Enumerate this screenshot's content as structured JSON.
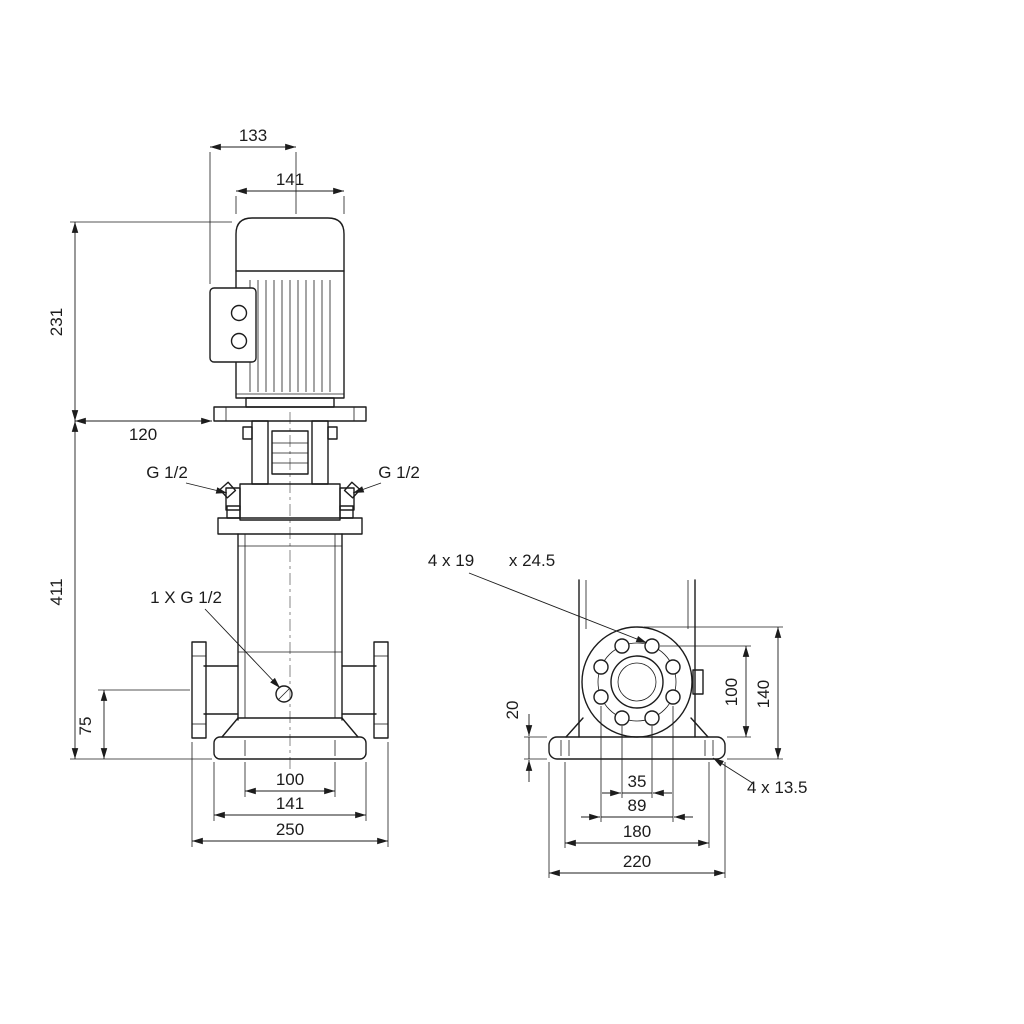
{
  "colors": {
    "line": "#1c1c1c",
    "background": "#ffffff"
  },
  "front_view": {
    "dims": {
      "width_top": "133",
      "motor_width": "141",
      "motor_height": "231",
      "stool_offset": "120",
      "pump_height": "411",
      "port_height": "75",
      "base_holes_spacing": "100",
      "base_width": "141",
      "port_to_port": "250"
    },
    "labels": {
      "left_port": "G 1/2",
      "right_port": "G 1/2",
      "drain_port": "1 X G 1/2"
    }
  },
  "side_view": {
    "dims": {
      "base_thickness": "20",
      "hole_height": "100",
      "flange_height": "140",
      "bolt_spacing_inner": "35",
      "bolt_spacing_outer": "89",
      "base_hole_spacing": "180",
      "base_length": "220"
    },
    "labels": {
      "flange_bolt_holes": "4 x 19",
      "flange_counterbore": "x 24.5",
      "base_bolt_holes": "4 x 13.5"
    }
  }
}
